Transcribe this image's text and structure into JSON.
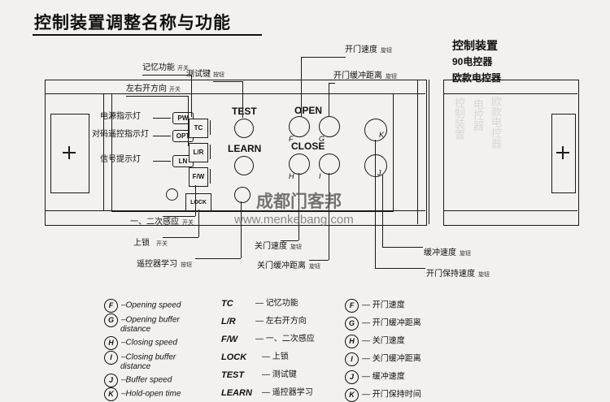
{
  "title": "控制装置调整名称与功能",
  "device": {
    "heading_1": "控制装置",
    "heading_2": "90电控器",
    "heading_3": "欧款电控器",
    "buttons": {
      "test": "TEST",
      "learn": "LEARN",
      "open": "OPEN",
      "close": "CLOSE"
    },
    "leds": [
      {
        "code": "PW",
        "label": "电源指示灯"
      },
      {
        "code": "OPT",
        "label": "对码遥控指示灯"
      },
      {
        "code": "LN",
        "label": "信号提示灯"
      }
    ],
    "switches": [
      {
        "code": "TC",
        "label": "记忆功能",
        "sub": "开关"
      },
      {
        "code": "L/R",
        "label": "左右开方向",
        "sub": "开关"
      },
      {
        "code": "F/W",
        "label": "一、二次感应",
        "sub": "开关"
      },
      {
        "code": "LOCK",
        "label": "上锁",
        "sub": "开关"
      }
    ],
    "knob_marks": {
      "open_left": "F",
      "open_right": "G",
      "close_left": "H",
      "close_right": "I",
      "buffer": "K",
      "hold": "J"
    }
  },
  "callouts": {
    "memory": "记忆功能",
    "memory_sub": "开关",
    "test_key": "测试键",
    "test_key_sub": "按钮",
    "lr_direction": "左右开方向",
    "lr_direction_sub": "开关",
    "open_speed": "开门速度",
    "open_speed_sub": "旋钮",
    "open_buffer": "开门缓冲距离",
    "open_buffer_sub": "旋钮",
    "first_second_sense": "一、二次感应",
    "first_second_sense_sub": "开关",
    "lock": "上锁",
    "lock_sub": "开关",
    "remote_learn": "遥控器学习",
    "remote_learn_sub": "按钮",
    "close_speed": "关门速度",
    "close_speed_sub": "旋钮",
    "close_buffer": "关门缓冲距离",
    "close_buffer_sub": "旋钮",
    "buffer_speed": "缓冲速度",
    "buffer_speed_sub": "旋钮",
    "hold_open": "开门保持速度",
    "hold_open_sub": "旋钮"
  },
  "legend": {
    "col1": [
      {
        "key": "F",
        "text": "–Opening speed"
      },
      {
        "key": "G",
        "text": "–Opening buffer",
        "text2": "distance"
      },
      {
        "key": "H",
        "text": "–Closing speed"
      },
      {
        "key": "I",
        "text": "–Closing buffer",
        "text2": "distance"
      },
      {
        "key": "J",
        "text": "–Buffer speed"
      },
      {
        "key": "K",
        "text": "–Hold-open time"
      }
    ],
    "col2": [
      {
        "code": "TC",
        "text": "— 记忆功能"
      },
      {
        "code": "L/R",
        "text": "— 左右开方向"
      },
      {
        "code": "F/W",
        "text": "— 一、二次感应"
      },
      {
        "code": "LOCK",
        "text": "— 上锁"
      },
      {
        "code": "TEST",
        "text": "— 测试键"
      },
      {
        "code": "LEARN",
        "text": "— 遥控器学习"
      }
    ],
    "col3": [
      {
        "key": "F",
        "text": "— 开门速度"
      },
      {
        "key": "G",
        "text": "— 开门缓冲距离"
      },
      {
        "key": "H",
        "text": "— 关门速度"
      },
      {
        "key": "I",
        "text": "— 关门缓冲距离"
      },
      {
        "key": "J",
        "text": "— 缓冲速度"
      },
      {
        "key": "K",
        "text": "— 开门保持时间"
      }
    ]
  },
  "watermark": {
    "main": "成都门客邦",
    "url": "www.menkebang.com"
  },
  "ghost_text": {
    "g1": "控制装置",
    "g2": "电控器",
    "g3": "欧款电控器"
  }
}
